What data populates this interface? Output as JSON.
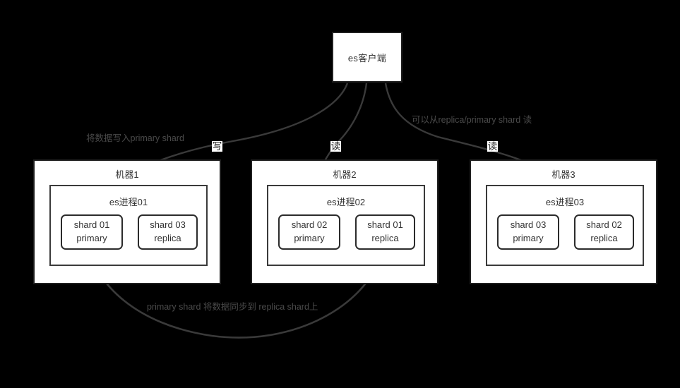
{
  "diagram": {
    "title": "es shard distribution diagram",
    "background_color": "#000000",
    "node_fill": "#ffffff",
    "stroke_color": "#1f1f1f",
    "label_color": "#4a4a4a"
  },
  "client": {
    "label": "es客户端"
  },
  "machines": [
    {
      "title": "机器1",
      "process": "es进程01",
      "shards": [
        {
          "name": "shard 01",
          "role": "primary"
        },
        {
          "name": "shard 03",
          "role": "replica"
        }
      ]
    },
    {
      "title": "机器2",
      "process": "es进程02",
      "shards": [
        {
          "name": "shard 02",
          "role": "primary"
        },
        {
          "name": "shard 01",
          "role": "replica"
        }
      ]
    },
    {
      "title": "机器3",
      "process": "es进程03",
      "shards": [
        {
          "name": "shard 03",
          "role": "primary"
        },
        {
          "name": "shard 02",
          "role": "replica"
        }
      ]
    }
  ],
  "edge_labels": {
    "write": "将数据写入primary shard",
    "read": "可以从replica/primary shard 读",
    "sync": "primary shard 将数据同步到 replica shard上"
  },
  "mini_labels": [
    {
      "glyph": "写"
    },
    {
      "glyph": "读"
    },
    {
      "glyph": "读"
    }
  ]
}
